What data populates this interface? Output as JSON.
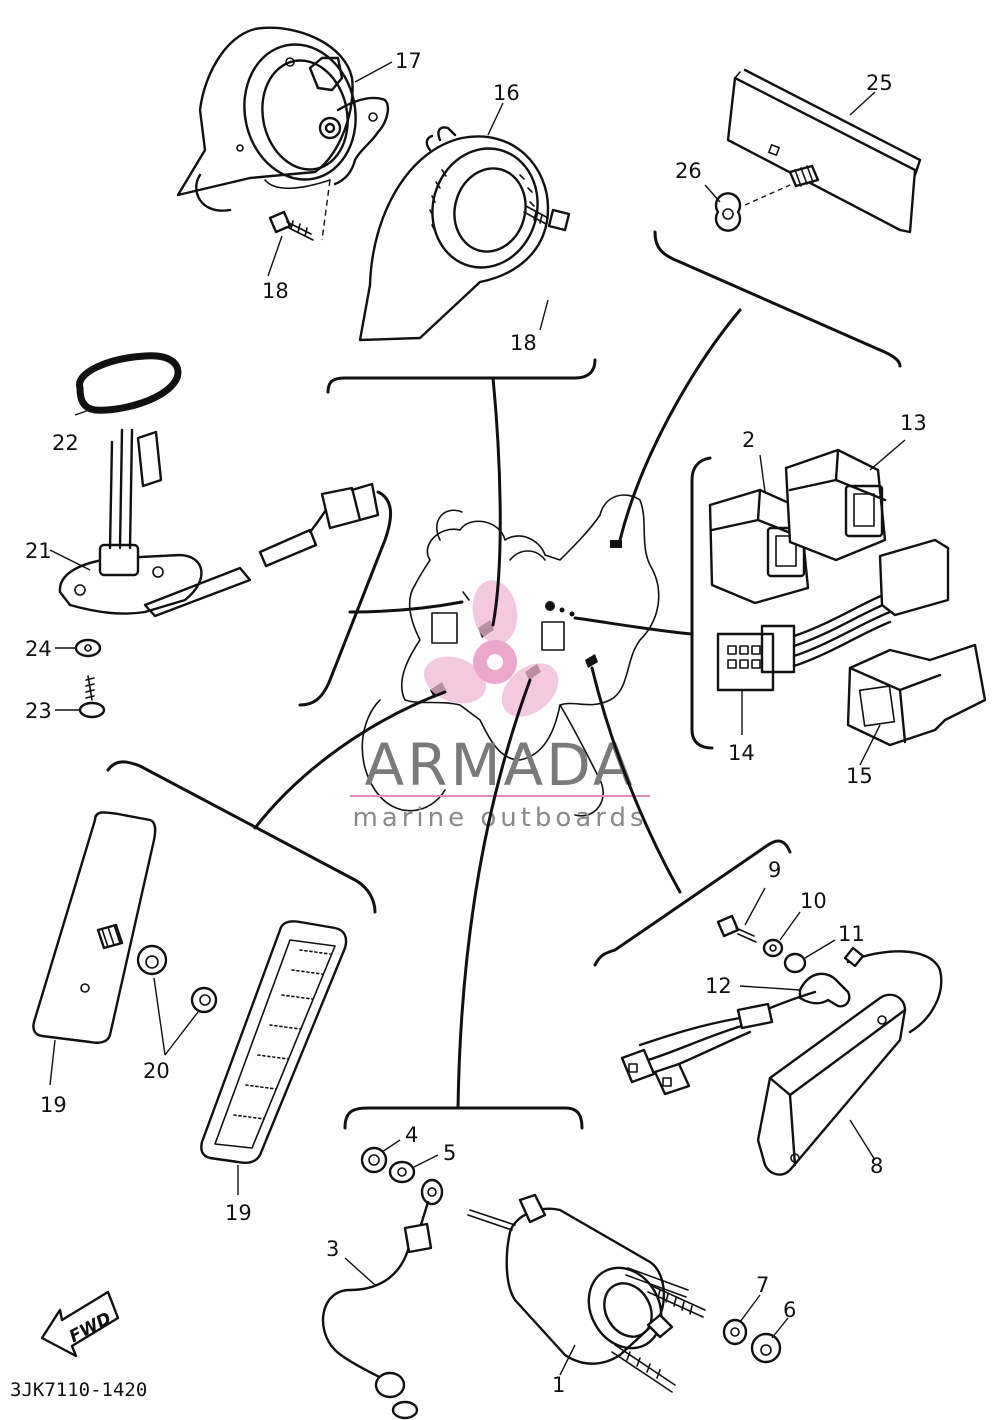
{
  "diagram": {
    "catalog_code": "3JK7110-1420",
    "direction_badge": "FWD",
    "watermark": {
      "title": "ARMADA",
      "subtitle": "marine outboards"
    },
    "parts": [
      {
        "id": "p1",
        "number": "1"
      },
      {
        "id": "p2",
        "number": "2"
      },
      {
        "id": "p3",
        "number": "3"
      },
      {
        "id": "p4",
        "number": "4"
      },
      {
        "id": "p5",
        "number": "5"
      },
      {
        "id": "p6",
        "number": "6"
      },
      {
        "id": "p7",
        "number": "7"
      },
      {
        "id": "p8",
        "number": "8"
      },
      {
        "id": "p9",
        "number": "9"
      },
      {
        "id": "p10",
        "number": "10"
      },
      {
        "id": "p11",
        "number": "11"
      },
      {
        "id": "p12",
        "number": "12"
      },
      {
        "id": "p13",
        "number": "13"
      },
      {
        "id": "p14",
        "number": "14"
      },
      {
        "id": "p15",
        "number": "15"
      },
      {
        "id": "p16",
        "number": "16"
      },
      {
        "id": "p17",
        "number": "17"
      },
      {
        "id": "p18a",
        "number": "18"
      },
      {
        "id": "p18b",
        "number": "18"
      },
      {
        "id": "p19a",
        "number": "19"
      },
      {
        "id": "p19b",
        "number": "19"
      },
      {
        "id": "p20",
        "number": "20"
      },
      {
        "id": "p21",
        "number": "21"
      },
      {
        "id": "p22",
        "number": "22"
      },
      {
        "id": "p23",
        "number": "23"
      },
      {
        "id": "p24",
        "number": "24"
      },
      {
        "id": "p25",
        "number": "25"
      },
      {
        "id": "p26",
        "number": "26"
      }
    ]
  }
}
